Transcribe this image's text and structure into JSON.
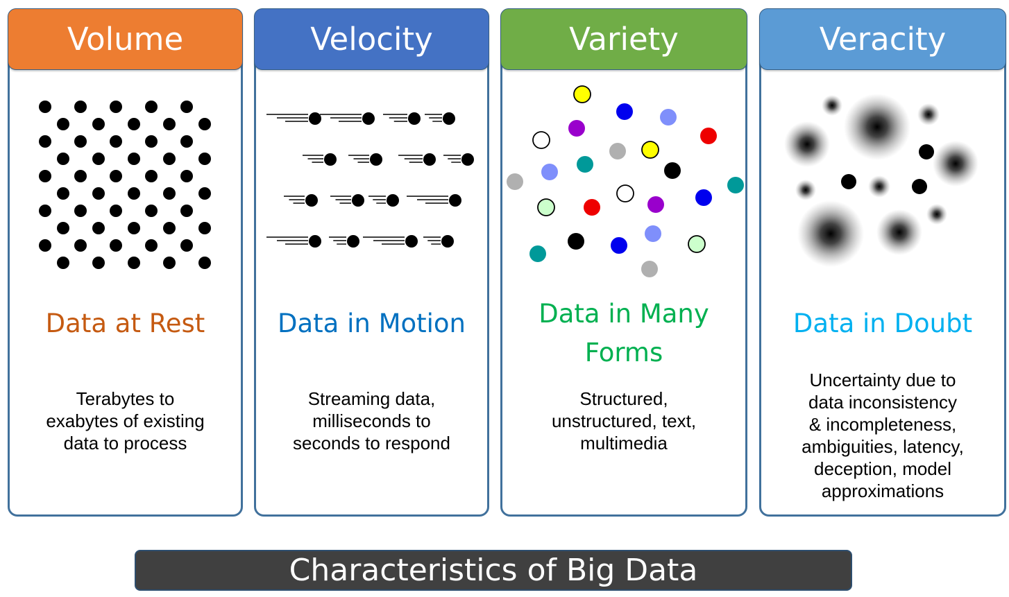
{
  "colors": {
    "volume": "#ed7d31",
    "velocity": "#4472c4",
    "variety": "#70ad47",
    "veracity": "#5b9bd5",
    "tag_volume": "#c55a11",
    "tag_velocity": "#0070c0",
    "tag_variety": "#00b050",
    "tag_veracity": "#00b0f0",
    "border": "#41719c",
    "footer_bg": "#404040"
  },
  "cards": [
    {
      "title": "Volume",
      "tagline": [
        "Data at Rest"
      ],
      "description": [
        "Terabytes to",
        "exabytes of existing",
        "data to process"
      ]
    },
    {
      "title": "Velocity",
      "tagline": [
        "Data in Motion"
      ],
      "description": [
        "Streaming data,",
        "milliseconds to",
        "seconds to respond"
      ]
    },
    {
      "title": "Variety",
      "tagline": [
        "Data in Many",
        "Forms"
      ],
      "description": [
        "Structured,",
        "unstructured, text,",
        "multimedia"
      ]
    },
    {
      "title": "Veracity",
      "tagline": [
        "Data in Doubt"
      ],
      "description": [
        "Uncertainty due to",
        "data inconsistency",
        "& incompleteness,",
        "ambiguities, latency,",
        "deception, model",
        "approximations"
      ]
    }
  ],
  "footer": {
    "title": "Characteristics of Big Data"
  }
}
